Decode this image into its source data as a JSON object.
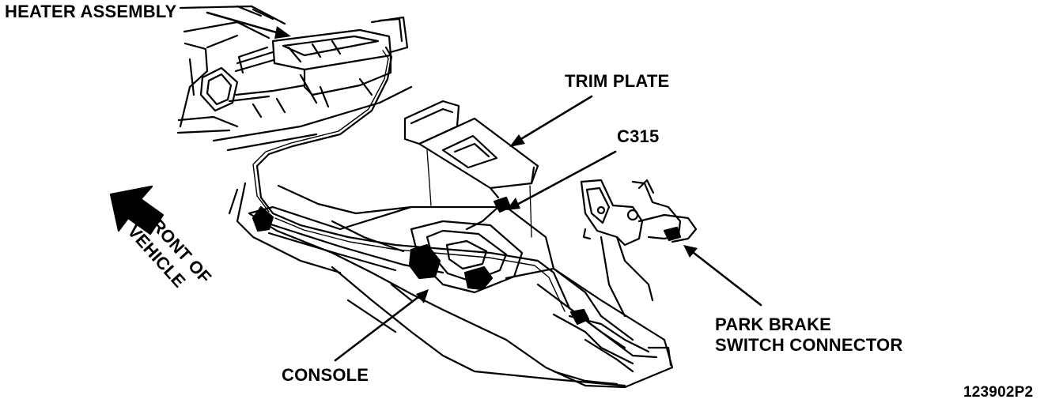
{
  "labels": {
    "heater_assembly": "HEATER ASSEMBLY",
    "trim_plate": "TRIM PLATE",
    "c315": "C315",
    "front_of_vehicle_line1": "FRONT OF",
    "front_of_vehicle_line2": "VEHICLE",
    "park_brake_line1": "PARK BRAKE",
    "park_brake_line2": "SWITCH CONNECTOR",
    "console": "CONSOLE",
    "figure_id": "123902P2"
  },
  "colors": {
    "ink": "#000000",
    "paper": "#ffffff"
  },
  "icons": {
    "direction_arrow": "front-arrow-icon"
  }
}
